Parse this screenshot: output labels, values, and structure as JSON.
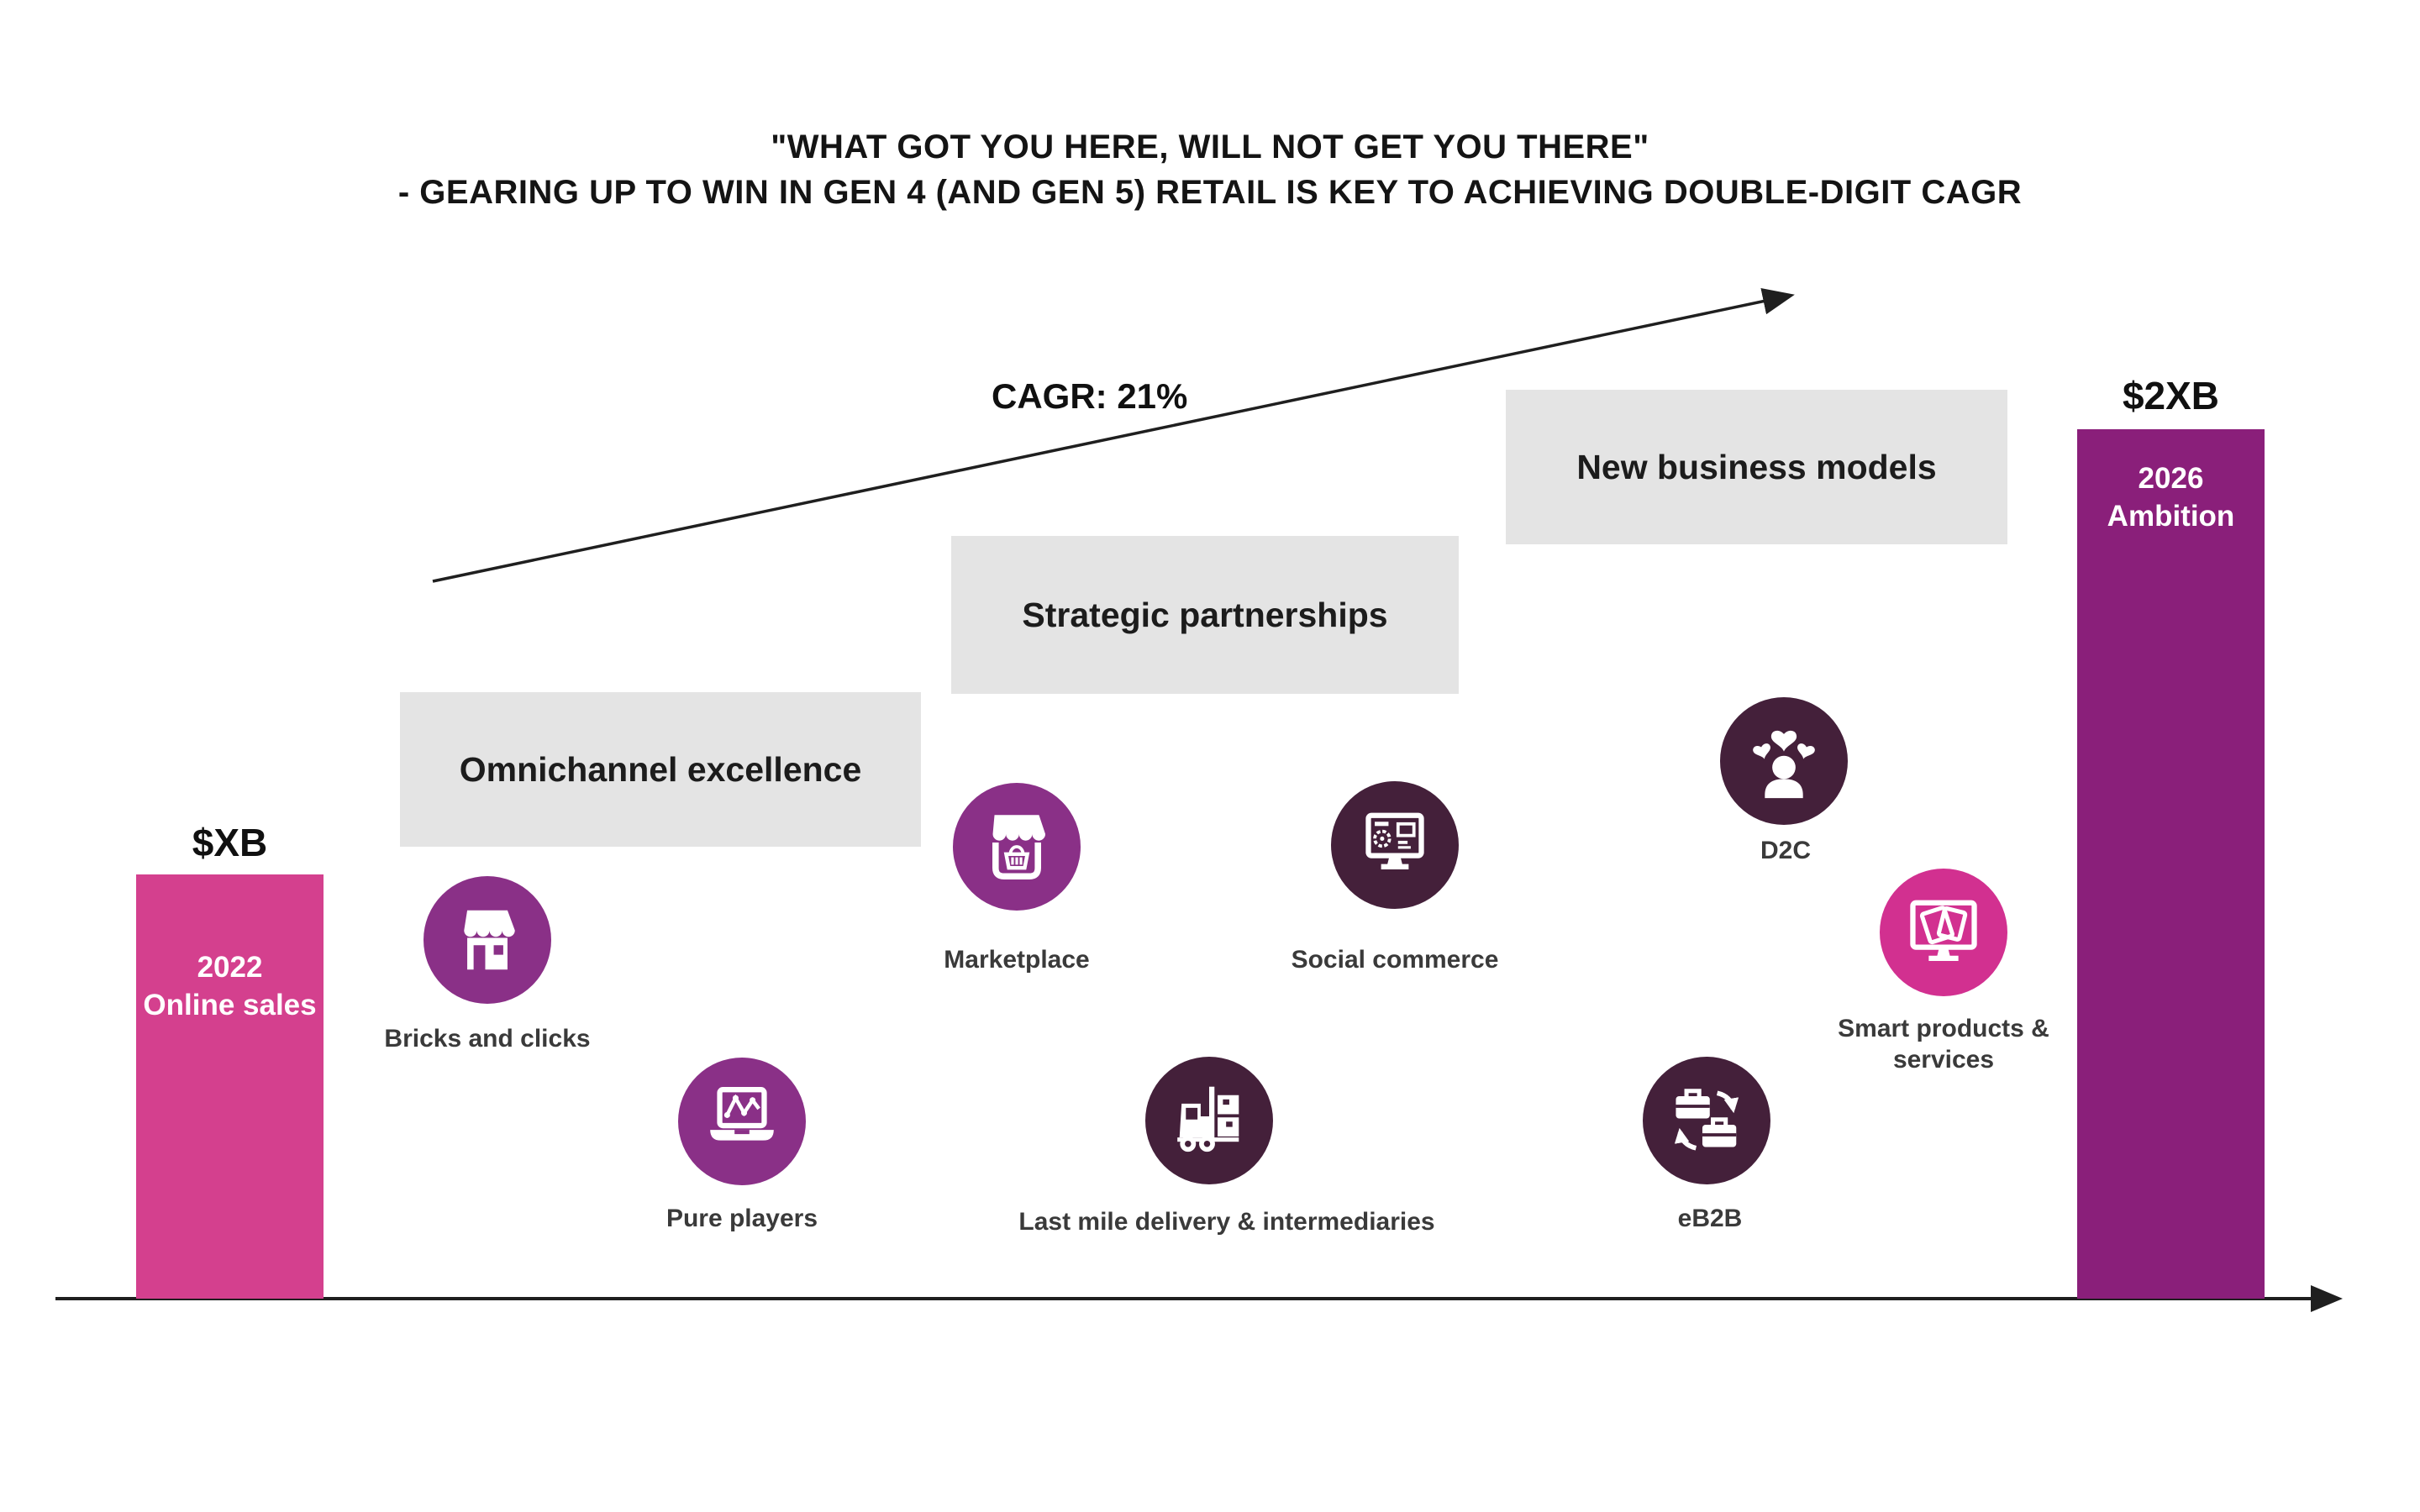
{
  "slide": {
    "title_line1": "\"WHAT GOT YOU HERE, WILL NOT GET YOU THERE\"",
    "title_line2": "- GEARING UP TO WIN IN GEN 4 (AND GEN 5) RETAIL IS KEY TO ACHIEVING DOUBLE-DIGIT CAGR"
  },
  "cagr_label": "CAGR: 21%",
  "bars": {
    "start": {
      "value_label": "$XB",
      "line1": "2022",
      "line2": "Online sales",
      "color": "#d4408e"
    },
    "end": {
      "value_label": "$2XB",
      "line1": "2026",
      "line2": "Ambition",
      "color": "#8a1f7a"
    }
  },
  "phases": [
    {
      "label": "Omnichannel excellence"
    },
    {
      "label": "Strategic partnerships"
    },
    {
      "label": "New business models"
    }
  ],
  "initiatives": [
    {
      "label": "Bricks and clicks",
      "icon": "storefront-icon",
      "circle_color": "#8a3087"
    },
    {
      "label": "Pure players",
      "icon": "laptop-chart-icon",
      "circle_color": "#8a3087"
    },
    {
      "label": "Marketplace",
      "icon": "market-stall-basket-icon",
      "circle_color": "#8a3087"
    },
    {
      "label": "Last mile delivery & intermediaries",
      "icon": "forklift-boxes-icon",
      "circle_color": "#44203a"
    },
    {
      "label": "Social commerce",
      "icon": "monitor-social-shop-icon",
      "circle_color": "#44203a"
    },
    {
      "label": "D2C",
      "icon": "person-hearts-icon",
      "circle_color": "#44203a"
    },
    {
      "label": "eB2B",
      "icon": "briefcase-exchange-icon",
      "circle_color": "#44203a"
    },
    {
      "label": "Smart products &\nservices",
      "icon": "monitor-smart-cards-icon",
      "circle_color": "#d23090"
    }
  ],
  "colors": {
    "bar_start": "#d4408e",
    "bar_end": "#8a1f7a",
    "phase_box": "#e4e4e4",
    "circle_purple": "#8a3087",
    "circle_dark": "#44203a",
    "circle_pink": "#d23090",
    "arrow": "#1f1f1f",
    "label_text": "#3a3a3a"
  },
  "chart_data": {
    "type": "bar",
    "categories": [
      "2022 Online sales",
      "2026 Ambition"
    ],
    "values": [
      1,
      2
    ],
    "value_unit": "X billions of dollars (symbolic: $XB doubles to $2XB)",
    "value_labels": [
      "$XB",
      "$2XB"
    ],
    "annotations": [
      "CAGR: 21%"
    ],
    "title": "\"WHAT GOT YOU HERE, WILL NOT GET YOU THERE\" - GEARING UP TO WIN IN GEN 4 (AND GEN 5) RETAIL IS KEY TO ACHIEVING DOUBLE-DIGIT CAGR",
    "growth_phases": [
      "Omnichannel excellence",
      "Strategic partnerships",
      "New business models"
    ],
    "phase_initiatives": {
      "Omnichannel excellence": [
        "Bricks and clicks",
        "Pure players"
      ],
      "Strategic partnerships": [
        "Marketplace",
        "Last mile delivery & intermediaries",
        "Social commerce"
      ],
      "New business models": [
        "D2C",
        "eB2B",
        "Smart products & services"
      ]
    },
    "legend_position": "none",
    "grid": false
  }
}
